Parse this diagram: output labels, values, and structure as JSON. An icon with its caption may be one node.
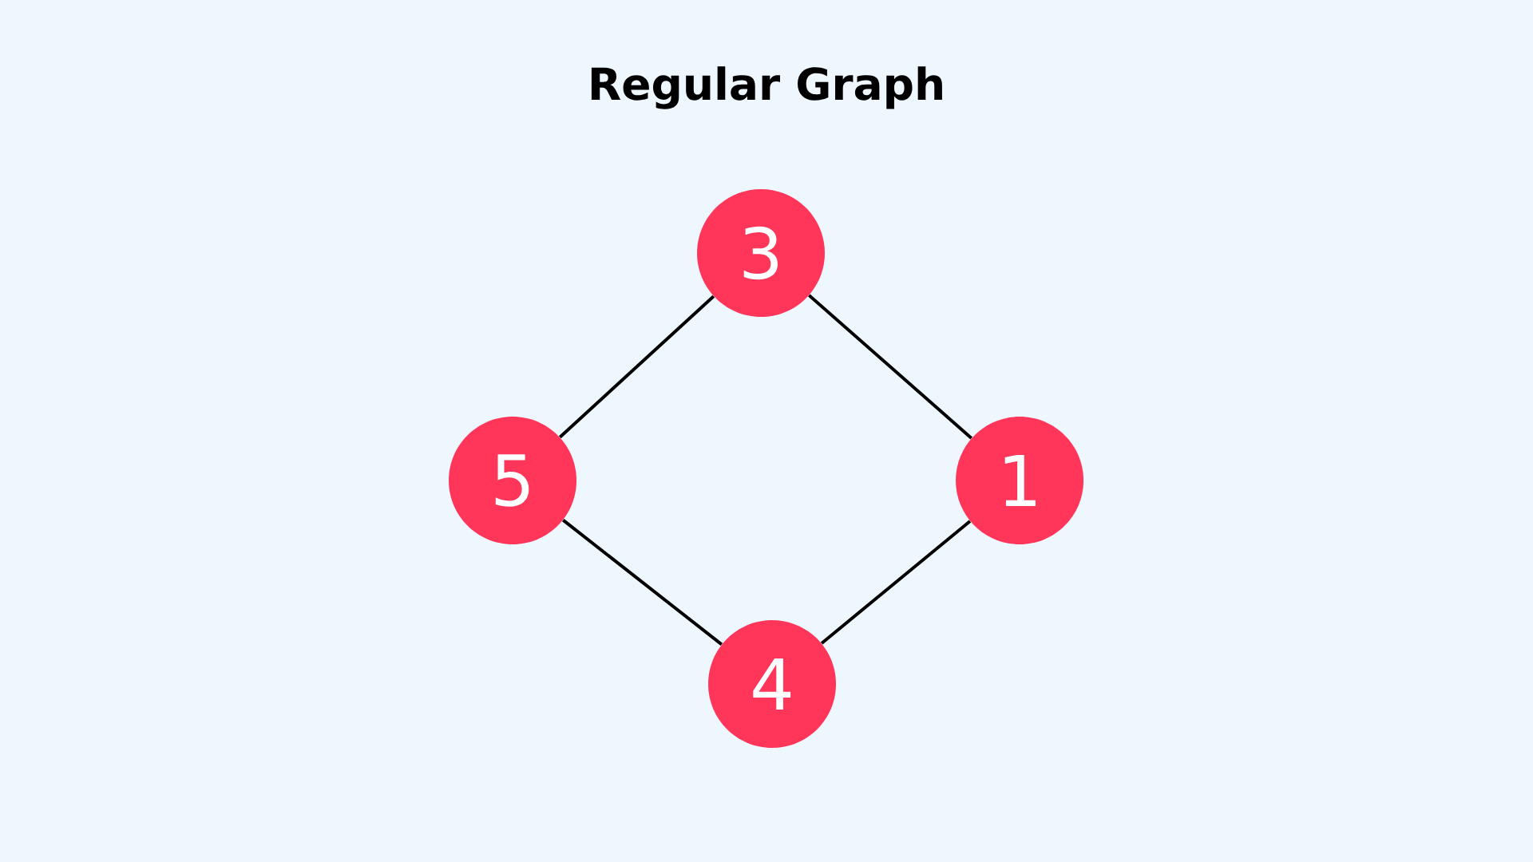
{
  "diagram": {
    "title": "Regular Graph",
    "nodes": [
      {
        "text": [
          "3"
        ]
      },
      {
        "text": [
          "5"
        ]
      },
      {
        "text": [
          "1"
        ]
      },
      {
        "text": [
          "4"
        ]
      }
    ],
    "edges": [
      {
        "from": 0,
        "to": 1,
        "arrow": "none"
      },
      {
        "from": 0,
        "to": 2,
        "arrow": "none"
      },
      {
        "from": 1,
        "to": 3,
        "arrow": "none"
      },
      {
        "from": 2,
        "to": 3,
        "arrow": "none"
      }
    ]
  }
}
